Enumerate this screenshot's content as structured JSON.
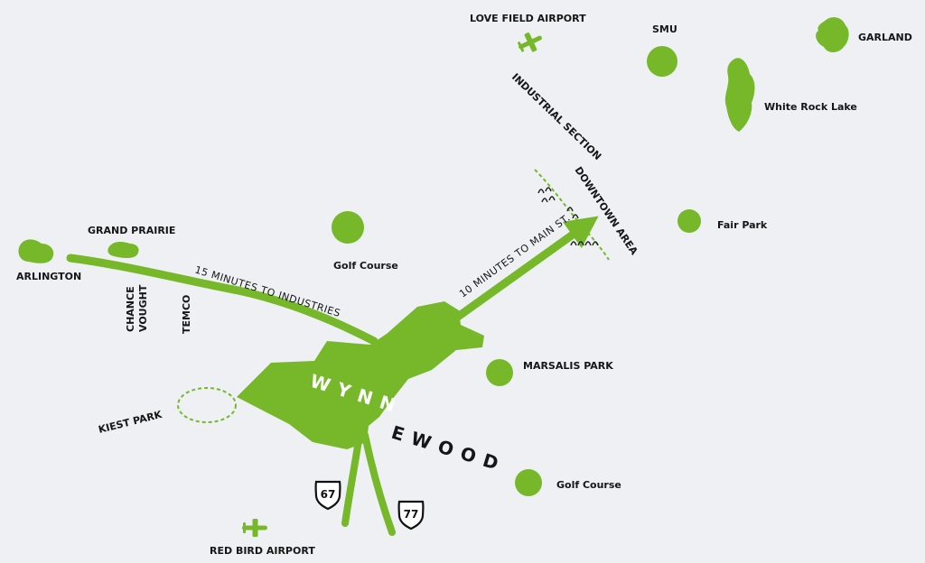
{
  "colors": {
    "green": "#76b82a",
    "ink": "#161616",
    "paper": "#eef0f3"
  },
  "labels": {
    "love_field": "LOVE FIELD AIRPORT",
    "smu": "SMU",
    "garland": "GARLAND",
    "white_rock": "White Rock Lake",
    "industrial": "INDUSTRIAL SECTION",
    "downtown": "DOWNTOWN AREA",
    "fair_park": "Fair Park",
    "grand_prairie": "GRAND PRAIRIE",
    "arlington": "ARLINGTON",
    "golf_course_1": "Golf Course",
    "golf_course_2": "Golf Course",
    "chance": "CHANCE",
    "vought": "VOUGHT",
    "temco": "TEMCO",
    "marsalis": "MARSALIS PARK",
    "kiest": "KIEST PARK",
    "red_bird": "RED BIRD AIRPORT"
  },
  "routes": {
    "industries": "15 MINUTES TO INDUSTRIES",
    "main_st": "10 MINUTES TO MAIN ST."
  },
  "place": {
    "part1": "WYNN",
    "part2": "EWOOD"
  },
  "highways": {
    "h67": "67",
    "h77": "77"
  },
  "icons": {
    "airport": "airplane-icon",
    "shield": "us-highway-shield-icon"
  }
}
